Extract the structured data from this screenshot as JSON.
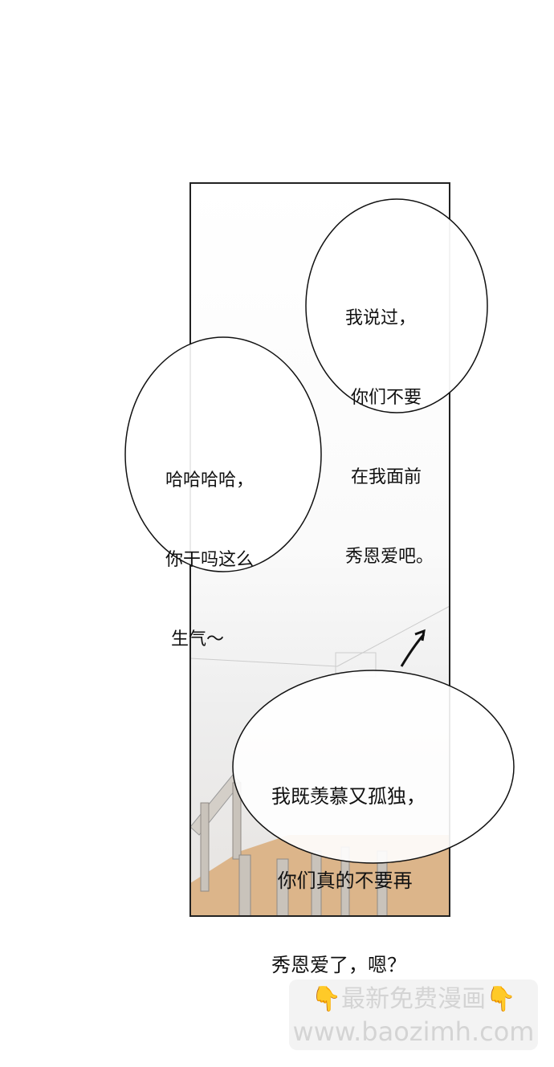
{
  "bubbles": [
    {
      "lines": [
        "我说过，",
        " 你们不要",
        " 在我面前",
        "秀恩爱吧。"
      ]
    },
    {
      "lines": [
        "哈哈哈哈，",
        "你干吗这么",
        " 生气～"
      ]
    },
    {
      "lines": [
        "我既羡慕又孤独，",
        " 你们真的不要再",
        "秀恩爱了，嗯？"
      ]
    }
  ],
  "watermark": {
    "line1": "最新免费漫画",
    "line2": "www.baozimh.com",
    "icon": "pointing-down-hand-icon"
  },
  "colors": {
    "floor": "#dcb58a",
    "railing": "#c9c3bb",
    "panel_border": "#222222"
  }
}
